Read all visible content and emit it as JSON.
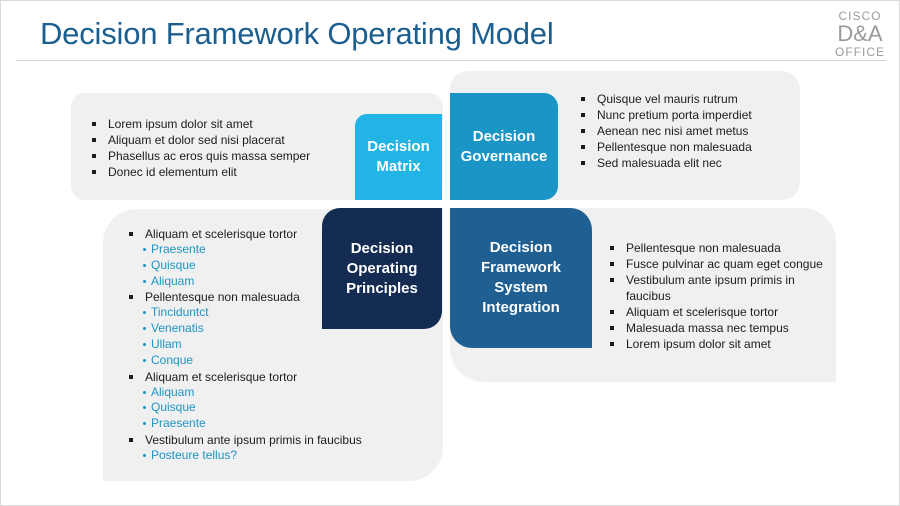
{
  "title": "Decision Framework Operating Model",
  "logo": {
    "line1": "CISCO",
    "line2": "D&A",
    "line3": "OFFICE"
  },
  "tiles": {
    "matrix": [
      "Decision",
      "Matrix"
    ],
    "governance": [
      "Decision",
      "Governance"
    ],
    "operating": [
      "Decision",
      "Operating",
      "Principles"
    ],
    "system": [
      "Decision",
      "Framework",
      "System",
      "Integration"
    ]
  },
  "lists": {
    "matrix": [
      "Lorem ipsum dolor sit amet",
      "Aliquam et dolor sed nisi placerat",
      "Phasellus ac eros quis massa semper",
      "Donec id elementum elit"
    ],
    "governance": [
      "Quisque vel mauris rutrum",
      "Nunc pretium porta imperdiet",
      "Aenean nec nisi amet metus",
      "Pellentesque non malesuada",
      "Sed malesuada elit nec"
    ],
    "system": [
      "Pellentesque non malesuada",
      "Fusce pulvinar ac quam eget congue",
      "Vestibulum ante ipsum primis in faucibus",
      "Aliquam et scelerisque tortor",
      "Malesuada massa nec tempus",
      "Lorem ipsum dolor sit amet"
    ],
    "operating": [
      {
        "text": "Aliquam et scelerisque tortor",
        "sub": [
          "Praesente",
          "Quisque",
          "Aliquam"
        ]
      },
      {
        "text": "Pellentesque non malesuada",
        "sub": [
          "Tinciduntct",
          "Venenatis",
          "Ullam",
          "Conque"
        ]
      },
      {
        "text": "Aliquam et scelerisque tortor",
        "sub": [
          "Aliquam",
          "Quisque",
          "Praesente"
        ]
      },
      {
        "text": "Vestibulum ante ipsum primis in faucibus",
        "sub": [
          "Posteure tellus?"
        ]
      }
    ]
  },
  "colors": {
    "title": "#1a5f8f",
    "matrix": "#22b4e4",
    "governance": "#1b95c6",
    "operating": "#142b52",
    "system": "#1f5f91",
    "subitem": "#1e94c4",
    "panel": "#f0f0f0"
  }
}
